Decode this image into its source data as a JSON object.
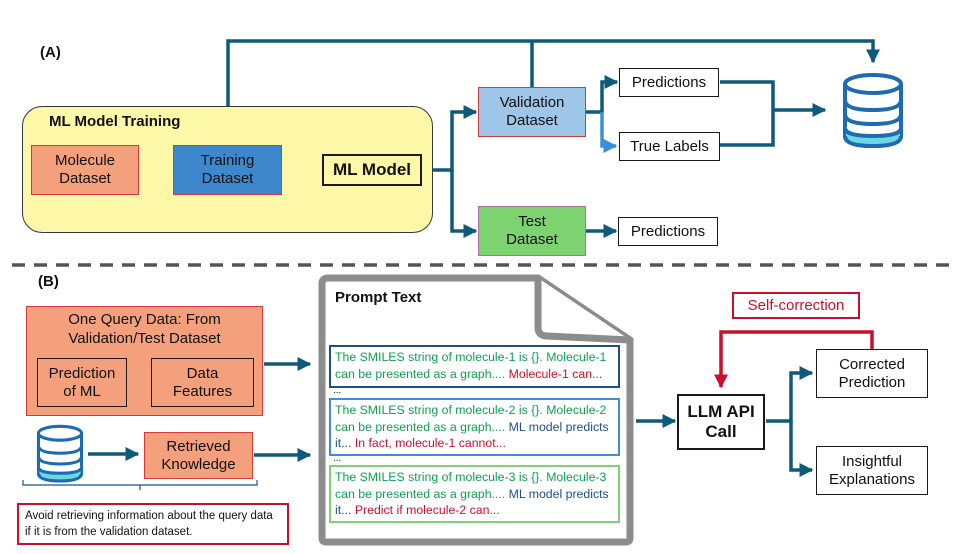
{
  "panel_a": {
    "label": "(A)",
    "training_group": {
      "title": "ML Model Training"
    },
    "molecule_dataset": "Molecule\nDataset",
    "training_dataset": "Training\nDataset",
    "ml_model": "ML Model",
    "validation_dataset": "Validation\nDataset",
    "test_dataset": "Test\nDataset",
    "validation_predictions": "Predictions",
    "true_labels": "True Labels",
    "test_predictions": "Predictions",
    "database_icon": "database-icon"
  },
  "panel_b": {
    "label": "(B)",
    "query_box": {
      "title": "One Query Data: From\nValidation/Test Dataset",
      "prediction_of_ml": "Prediction\nof ML",
      "data_features": "Data\nFeatures"
    },
    "database_icon": "database-icon",
    "retrieved_knowledge": "Retrieved\nKnowledge",
    "note": "Avoid retrieving information about the query data if it is from the validation dataset.",
    "prompt": {
      "title": "Prompt Text",
      "ellipsis": "...",
      "blocks": [
        {
          "green": "The SMILES string of molecule-1 is {}. Molecule-1 can be presented as a graph....",
          "blue": "",
          "red": "Molecule-1 can..."
        },
        {
          "green": "The SMILES string of molecule-2 is {}. Molecule-2 can be presented as a graph....",
          "blue": "ML model predicts it...",
          "red": "In fact, molecule-1 cannot..."
        },
        {
          "green": "The SMILES string of molecule-3 is {}. Molecule-3 can be presented as a graph....",
          "blue": "ML model predicts it...",
          "red": "Predict if molecule-2 can..."
        }
      ]
    },
    "llm_call": "LLM API\nCall",
    "self_correction": "Self-correction",
    "corrected_prediction": "Corrected\nPrediction",
    "insightful_explanations": "Insightful\nExplanations"
  },
  "colors": {
    "arrow": "#0f5a78",
    "light_arrow": "#3a8fd8",
    "training_group_fill": "#fdf8a8",
    "salmon": "#f4a07c",
    "training_fill": "#3d88cc",
    "validation_fill": "#9ec6e8",
    "test_fill": "#7dd36f",
    "red": "#c8102e",
    "doc_gray": "#8c8c8c",
    "db_blue": "#1e6bb0",
    "db_cyan": "#6fd6e6"
  }
}
